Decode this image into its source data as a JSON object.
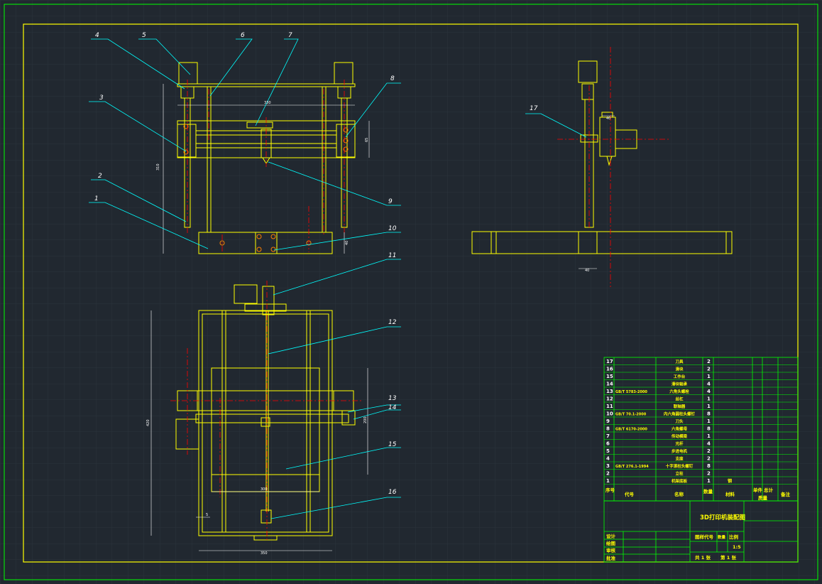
{
  "colors": {
    "background": "#212830",
    "grid": "#2c343d",
    "frame": "#00ff00",
    "part": "#ffff00",
    "centerline": "#ff0000",
    "leader": "#00ffff",
    "dimension": "#ffffff",
    "table_text": "#ffff00",
    "table_line": "#00ff00"
  },
  "part_labels": [
    "1",
    "2",
    "3",
    "4",
    "5",
    "6",
    "7",
    "8",
    "9",
    "10",
    "11",
    "12",
    "13",
    "14",
    "15",
    "16",
    "17"
  ],
  "dimensions": {
    "front_width": "330",
    "front_height": "310",
    "front_gantry": "65",
    "front_base": "40",
    "side_top": "40",
    "side_bottom": "40",
    "top_height": "420",
    "top_inner": "200",
    "top_bottom_inner": "300",
    "top_width": "350",
    "top_small": "5"
  },
  "bom": {
    "rows": [
      {
        "no": "17",
        "code": "",
        "name": "刀具",
        "qty": "2"
      },
      {
        "no": "16",
        "code": "",
        "name": "滑块",
        "qty": "2"
      },
      {
        "no": "15",
        "code": "",
        "name": "工作台",
        "qty": "1"
      },
      {
        "no": "14",
        "code": "",
        "name": "滑块轴承",
        "qty": "4"
      },
      {
        "no": "13",
        "code": "GB/T 5783-2000",
        "name": "六角头螺栓",
        "qty": "4"
      },
      {
        "no": "12",
        "code": "",
        "name": "丝杠",
        "qty": "1"
      },
      {
        "no": "11",
        "code": "",
        "name": "联轴器",
        "qty": "1"
      },
      {
        "no": "10",
        "code": "GB/T 70.1-2000",
        "name": "内六角圆柱头螺钉",
        "qty": "8"
      },
      {
        "no": "9",
        "code": "",
        "name": "刀头",
        "qty": "1"
      },
      {
        "no": "8",
        "code": "GB/T 6170-2000",
        "name": "六角螺母",
        "qty": "8"
      },
      {
        "no": "7",
        "code": "",
        "name": "传动横梁",
        "qty": "1"
      },
      {
        "no": "6",
        "code": "",
        "name": "光杆",
        "qty": "4"
      },
      {
        "no": "5",
        "code": "",
        "name": "步进电机",
        "qty": "2"
      },
      {
        "no": "4",
        "code": "",
        "name": "支座",
        "qty": "2"
      },
      {
        "no": "3",
        "code": "GB/T 276.1-1994",
        "name": "十字滚柱头螺钉",
        "qty": "8"
      },
      {
        "no": "2",
        "code": "",
        "name": "立柱",
        "qty": "2"
      },
      {
        "no": "1",
        "code": "",
        "name": "机架底板",
        "qty": "1",
        "mat": "钢"
      }
    ],
    "header": {
      "seq": "序号",
      "code": "代号",
      "name": "名称",
      "qty": "数量",
      "material": "材料",
      "unit_weight": "单件",
      "total_weight": "总计",
      "weight": "质量",
      "remark": "备注"
    },
    "title": "3D打印机装配图",
    "scale_label": "比例",
    "scale": "1:5",
    "sheets_total": "共 1 张",
    "sheet_no": "第 1 张",
    "labels": {
      "design": "设计",
      "drafting": "绘图",
      "check": "审核",
      "approve": "批准",
      "drawing_no": "图样代号",
      "qty_label": "数量",
      "weight_label": "质量"
    }
  }
}
